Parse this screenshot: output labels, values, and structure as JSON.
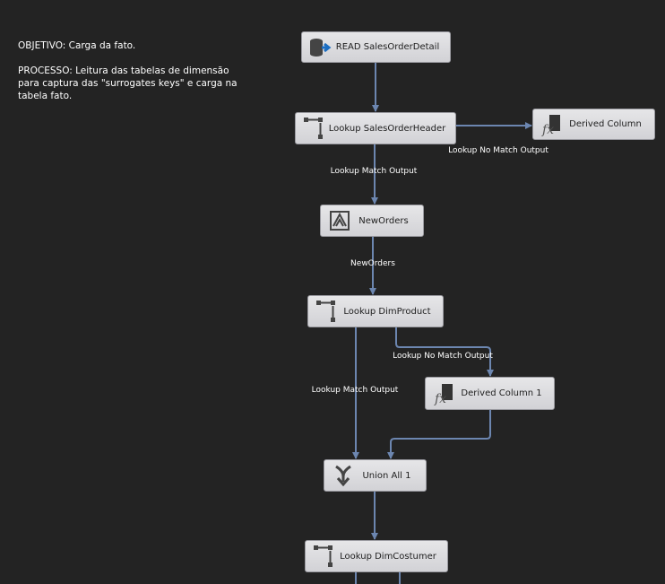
{
  "annotation": {
    "objective": "OBJETIVO: Carga da fato.",
    "process": "PROCESSO: Leitura das tabelas de dimensão para captura das \"surrogates keys\" e carga na tabela fato."
  },
  "components": [
    {
      "label": "READ SalesOrderDetail",
      "icon": "data-source-icon"
    },
    {
      "label": "Lookup SalesOrderHeader",
      "icon": "lookup-icon"
    },
    {
      "label": "Derived Column",
      "icon": "derived-column-icon"
    },
    {
      "label": "NewOrders",
      "icon": "cache-transform-icon"
    },
    {
      "label": "Lookup DimProduct",
      "icon": "lookup-icon"
    },
    {
      "label": "Derived Column 1",
      "icon": "derived-column-icon"
    },
    {
      "label": "Union All 1",
      "icon": "union-all-icon"
    },
    {
      "label": "Lookup DimCostumer",
      "icon": "lookup-icon"
    }
  ],
  "paths": {
    "header_no_match": "Lookup No Match Output",
    "header_match": "Lookup Match Output",
    "neworders": "NewOrders",
    "product_no_match": "Lookup No Match Output",
    "product_match": "Lookup Match Output"
  },
  "colors": {
    "background": "#232323",
    "connector": "#6c86b0"
  }
}
